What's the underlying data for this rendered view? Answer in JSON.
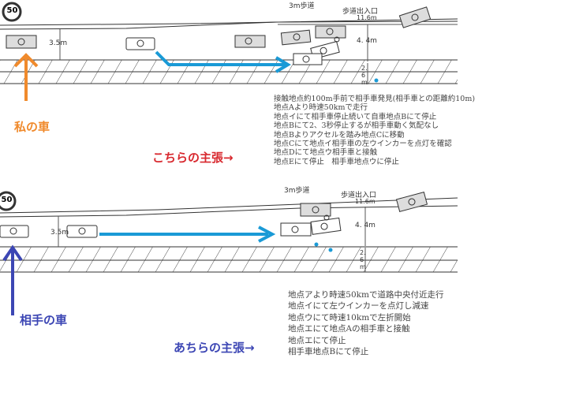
{
  "top_diagram": {
    "speed_sign": "50",
    "lane_width": "3.5m",
    "sidewalk": "3m歩道",
    "sidewalk_entrance": "歩道出入口",
    "entrance_width": "11.6m",
    "distance": "4. 4m",
    "shoulder": "2. 6 m",
    "car_label": "私の車",
    "claim_label": "こちらの主張→",
    "notes": [
      "接触地点約100m手前で相手車発見(相手車との距離約10m)",
      "地点Aより時速50kmで走行",
      "地点イにて相手車停止続いて自車地点Bにて停止",
      "地点Bにて2、3秒停止するが相手車動く気配なし",
      "地点Bよりアクセルを踏み地点Cに移動",
      "地点Cにて地点イ相手車の左ウインカーを点灯を確認",
      "地点Dにて地点ウ相手車と接触",
      "地点Eにて停止　相手車地点ウに停止"
    ]
  },
  "bottom_diagram": {
    "speed_sign": "50",
    "lane_width": "3.5m",
    "sidewalk": "3m歩道",
    "sidewalk_entrance": "歩道出入口",
    "entrance_width": "11.6m",
    "distance": "4. 4m",
    "shoulder": "2. 6 m",
    "car_label": "相手の車",
    "claim_label": "あちらの主張→",
    "notes": [
      "地点アより時速50kmで道路中央付近走行",
      "地点イにて左ウインカーを点灯し減速",
      "地点ウにて時速10kmで左折開始",
      "地点エにて地点Aの相手車と接触",
      "地点エにて停止",
      "相手車地点Bにて停止"
    ]
  },
  "colors": {
    "my_car": "#f08a2c",
    "other_car": "#3c46b4",
    "arrow": "#1a9ad6",
    "claim_mine": "#d8282e",
    "claim_other": "#3c46b4"
  }
}
